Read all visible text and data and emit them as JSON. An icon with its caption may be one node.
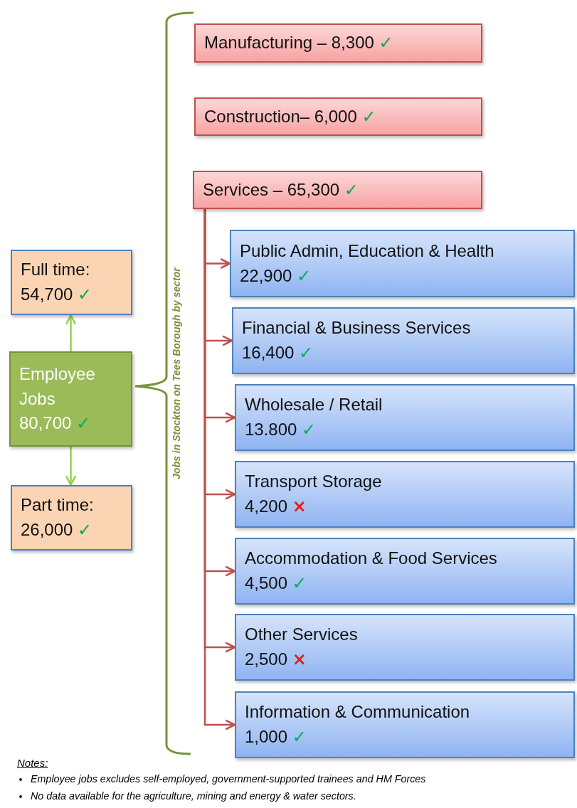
{
  "diagram": {
    "nodes": [
      {
        "text": [
          "Manufacturing – 8,300 ✓"
        ]
      },
      {
        "text": [
          "Construction– 6,000 ✓"
        ]
      },
      {
        "text": [
          "Services – 65,300 ✓"
        ]
      },
      {
        "text": [
          "Full time:",
          "54,700 ✓"
        ]
      },
      {
        "text": [
          "Employee Jobs",
          "80,700 ✓"
        ]
      },
      {
        "text": [
          "Part time:",
          "26,000 ✓"
        ]
      },
      {
        "text": [
          "Public Admin, Education & Health",
          "22,900 ✓"
        ]
      },
      {
        "text": [
          "Financial & Business Services",
          "16,400 ✓"
        ]
      },
      {
        "text": [
          "Wholesale / Retail",
          "13.800 ✓"
        ]
      },
      {
        "text": [
          "Transport Storage",
          "4,200 ×"
        ]
      },
      {
        "text": [
          "Accommodation & Food Services",
          "4,500 ✓"
        ]
      },
      {
        "text": [
          "Other Services",
          "2,500 ×"
        ]
      },
      {
        "text": [
          "Information & Communication",
          "1,000 ✓"
        ]
      }
    ],
    "edges": [
      {
        "from": 4,
        "to": 3,
        "arrow": "to",
        "color": "#92d050"
      },
      {
        "from": 4,
        "to": 5,
        "arrow": "to",
        "color": "#92d050"
      },
      {
        "from": 2,
        "to": 6,
        "arrow": "to"
      },
      {
        "from": 2,
        "to": 7,
        "arrow": "to"
      },
      {
        "from": 2,
        "to": 8,
        "arrow": "to"
      },
      {
        "from": 2,
        "to": 9,
        "arrow": "to"
      },
      {
        "from": 2,
        "to": 10,
        "arrow": "to"
      },
      {
        "from": 2,
        "to": 11,
        "arrow": "to"
      },
      {
        "from": 2,
        "to": 12,
        "arrow": "to"
      }
    ],
    "labels": [
      "Jobs in Stockton on Tees Borough by sector",
      "Notes:",
      "Employee jobs excludes self-employed, government-supported trainees and HM Forces",
      "No data available for the agriculture, mining and energy & water sectors."
    ]
  }
}
